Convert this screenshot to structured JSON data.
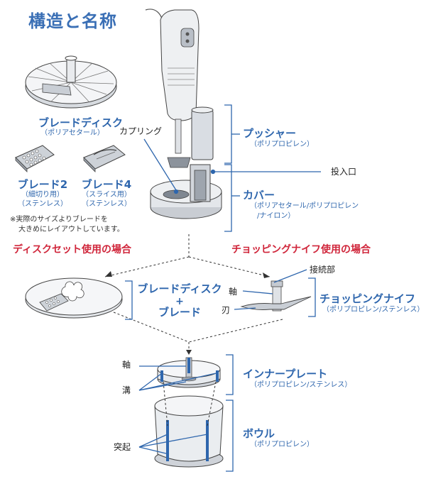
{
  "title": "構造と名称",
  "parts": {
    "blade_disc": {
      "name": "ブレードディスク",
      "material": "（ポリアセタール）"
    },
    "blade2": {
      "name": "ブレード2",
      "sub1": "（細切り用）",
      "sub2": "（ステンレス）"
    },
    "blade4": {
      "name": "ブレード4",
      "sub1": "（スライス用）",
      "sub2": "（ステンレス）"
    },
    "note_line1": "※実際のサイズよりブレードを",
    "note_line2": "大きめにレイアウトしています。",
    "coupling": "カプリング",
    "pusher": {
      "name": "プッシャー",
      "material": "（ポリプロピレン）"
    },
    "inlet": "投入口",
    "cover": {
      "name": "カバー",
      "material1": "（ポリアセタール/ポリプロピレン",
      "material2": "/ナイロン）"
    }
  },
  "sections": {
    "disc_set": "ディスクセット使用の場合",
    "chopping": "チョッピングナイフ使用の場合"
  },
  "disc_combo": {
    "line1": "ブレードディスク",
    "plus": "+",
    "line2": "ブレード"
  },
  "knife": {
    "connector": "接続部",
    "shaft": "軸",
    "blade": "刃",
    "name": "チョッピングナイフ",
    "material": "（ポリプロピレン/ステンレス）"
  },
  "bowl_parts": {
    "shaft": "軸",
    "groove": "溝",
    "protrusion": "突起",
    "inner_plate": {
      "name": "インナープレート",
      "material": "（ポリプロピレン/ステンレス）"
    },
    "bowl": {
      "name": "ボウル",
      "material": "（ポリプロピレン）"
    }
  },
  "colors": {
    "accent_blue": "#2e66ad",
    "title_blue": "#3a6fb5",
    "section_red": "#d0263b",
    "ink": "#222222"
  }
}
